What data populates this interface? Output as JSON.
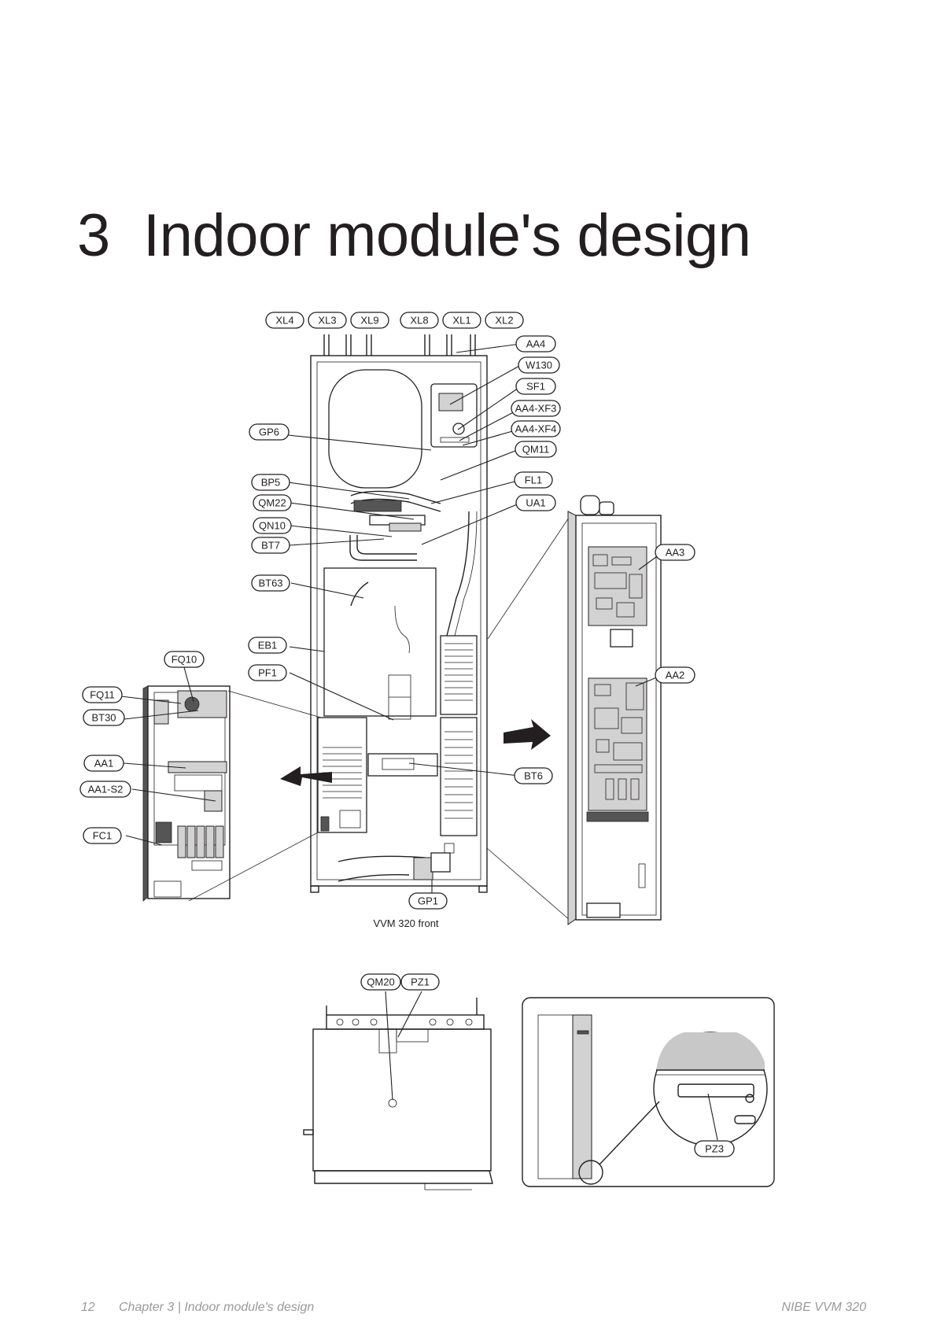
{
  "heading": {
    "number": "3",
    "text": "Indoor module's design"
  },
  "figure": {
    "caption": "VVM 320 front",
    "labels": {
      "XL4": "XL4",
      "XL3": "XL3",
      "XL9": "XL9",
      "XL8": "XL8",
      "XL1": "XL1",
      "XL2": "XL2",
      "AA4": "AA4",
      "W130": "W130",
      "SF1": "SF1",
      "AA4_XF3": "AA4-XF3",
      "AA4_XF4": "AA4-XF4",
      "QM11": "QM11",
      "FL1": "FL1",
      "UA1": "UA1",
      "AA3": "AA3",
      "AA2": "AA2",
      "BT6": "BT6",
      "GP6": "GP6",
      "BP5": "BP5",
      "QM22": "QM22",
      "QN10": "QN10",
      "BT7": "BT7",
      "BT63": "BT63",
      "EB1": "EB1",
      "PF1": "PF1",
      "FQ10": "FQ10",
      "FQ11": "FQ11",
      "BT30": "BT30",
      "AA1": "AA1",
      "AA1_S2": "AA1-S2",
      "FC1": "FC1",
      "GP1": "GP1",
      "QM20": "QM20",
      "PZ1": "PZ1",
      "PZ3": "PZ3"
    }
  },
  "footer": {
    "page_number": "12",
    "chapter": "Chapter 3 | Indoor module's design",
    "product": "NIBE VVM 320"
  }
}
